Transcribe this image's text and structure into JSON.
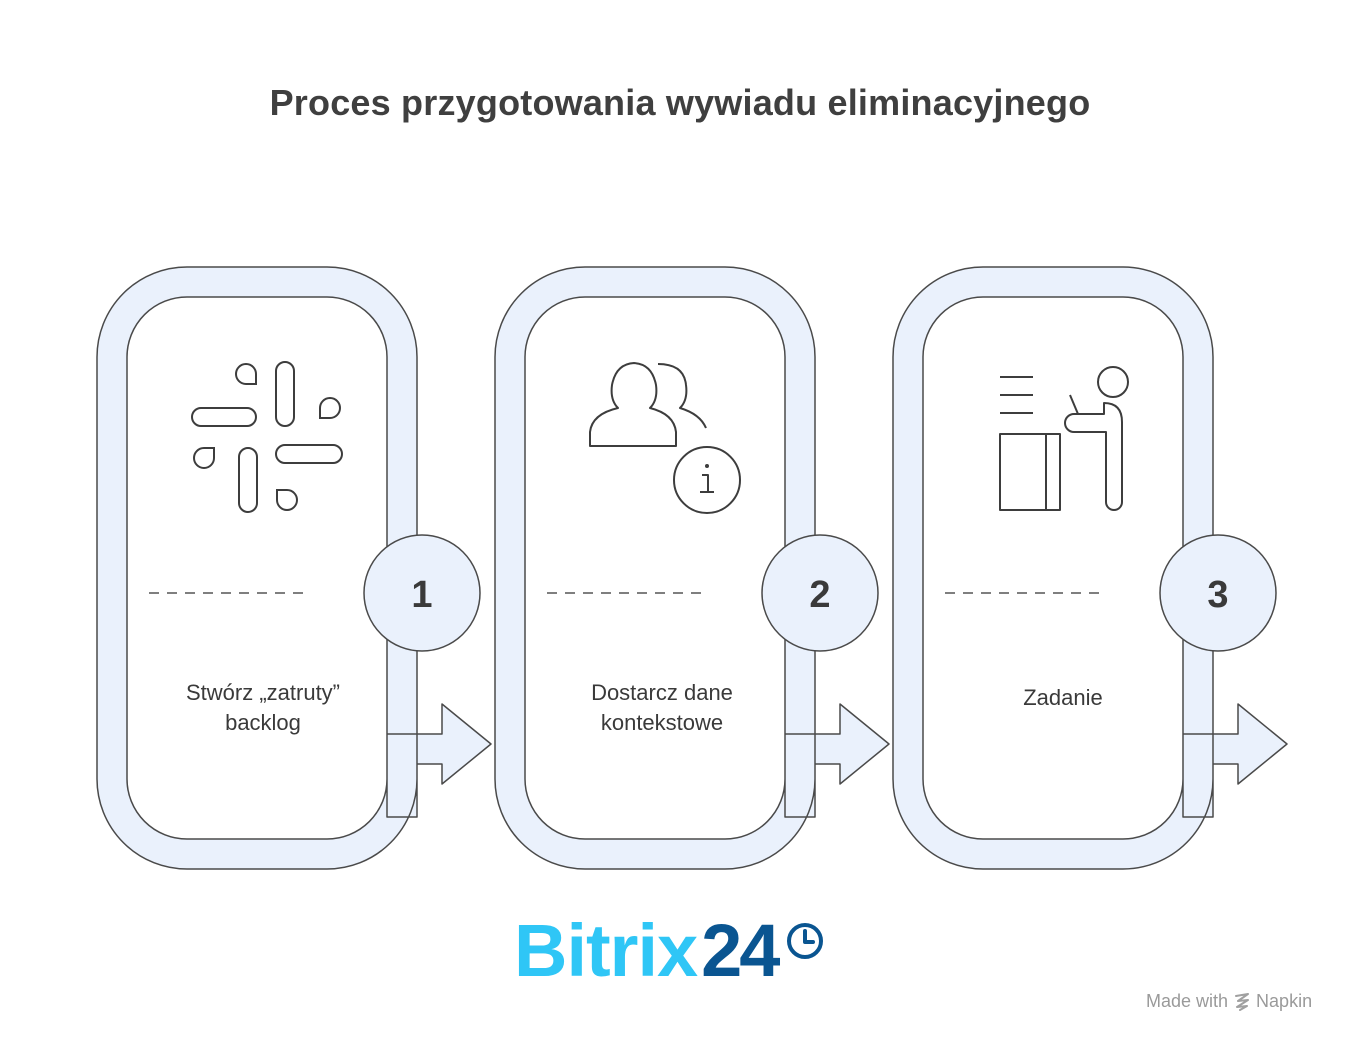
{
  "title": "Proces przygotowania wywiadu eliminacyjnego",
  "steps": [
    {
      "number": "1",
      "label_line1": "Stwórz „zatruty”",
      "label_line2": "backlog",
      "icon": "slack-icon"
    },
    {
      "number": "2",
      "label_line1": "Dostarcz dane",
      "label_line2": "kontekstowe",
      "icon": "users-info-icon"
    },
    {
      "number": "3",
      "label_line1": "Zadanie",
      "label_line2": "",
      "icon": "person-at-desk-icon"
    }
  ],
  "logo": {
    "brand": "Bitrix",
    "number": "24"
  },
  "footer": {
    "made_with": "Made with",
    "tool": "Napkin"
  },
  "colors": {
    "track_fill": "#eaf1fc",
    "stroke": "#4a4a4a",
    "title": "#3f3f3f",
    "logo_cyan": "#2fc6f6",
    "logo_navy": "#0a5591"
  }
}
